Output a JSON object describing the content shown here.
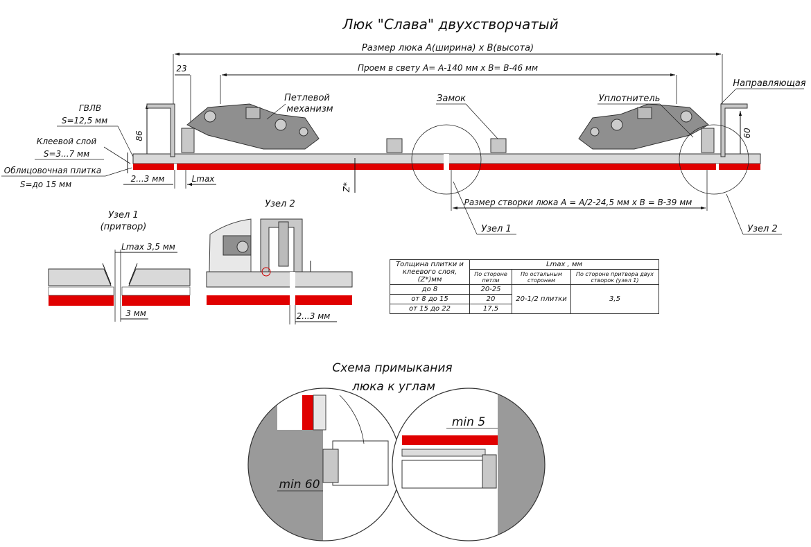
{
  "title": "Люк \"Слава\" двухстворчатый",
  "dimensions": {
    "overall": "Размер люка А(ширина) х В(высота)",
    "clear_opening": "Проем в свету А= А-140 мм х В= В-46 мм",
    "sash": "Размер створки люка А = А/2-24,5 мм х В = В-39 мм",
    "d23": "23",
    "d86": "86",
    "d60": "60",
    "gap": "2...3 мм",
    "lmax": "Lmax",
    "z": "Z*"
  },
  "callouts": {
    "gklv": "ГВЛВ",
    "gklv_s": "S=12,5 мм",
    "glue": "Клеевой слой",
    "glue_s": "S=3...7 мм",
    "tile": "Облицовочная плитка",
    "tile_s": "S=до 15 мм",
    "hinge1": "Петлевой",
    "hinge2": "механизм",
    "lock": "Замок",
    "seal": "Уплотнитель",
    "guide": "Направляющая",
    "node1_ref": "Узел 1",
    "node2_ref": "Узел 2"
  },
  "node1": {
    "title": "Узел 1",
    "subtitle": "(притвор)",
    "lmax": "Lmax 3,5 мм",
    "gap": "3 мм"
  },
  "node2": {
    "title": "Узел 2",
    "gap": "2...3 мм"
  },
  "table": {
    "h_left": "Толщина плитки и клеевого слоя, (Z*)мм",
    "h_lmax": "Lmax , мм",
    "h_col1": "По стороне петли",
    "h_col2": "По остальным сторонам",
    "h_col3": "По стороне притвора двух створок (узел 1)",
    "rows": [
      {
        "range": "до 8",
        "hinge": "20-25"
      },
      {
        "range": "от 8 до 15",
        "hinge": "20"
      },
      {
        "range": "от 15 до 22",
        "hinge": "17,5"
      }
    ],
    "other_sides": "20-1/2 плитки",
    "node1_value": "3,5"
  },
  "corner": {
    "title1": "Схема примыкания",
    "title2": "люка к углам",
    "min60": "min 60",
    "min5": "min 5"
  },
  "colors": {
    "tile": "#e00000",
    "frame": "#d9d9d9",
    "mechanism": "#8f8f8f",
    "wall": "#9a9a9a"
  }
}
